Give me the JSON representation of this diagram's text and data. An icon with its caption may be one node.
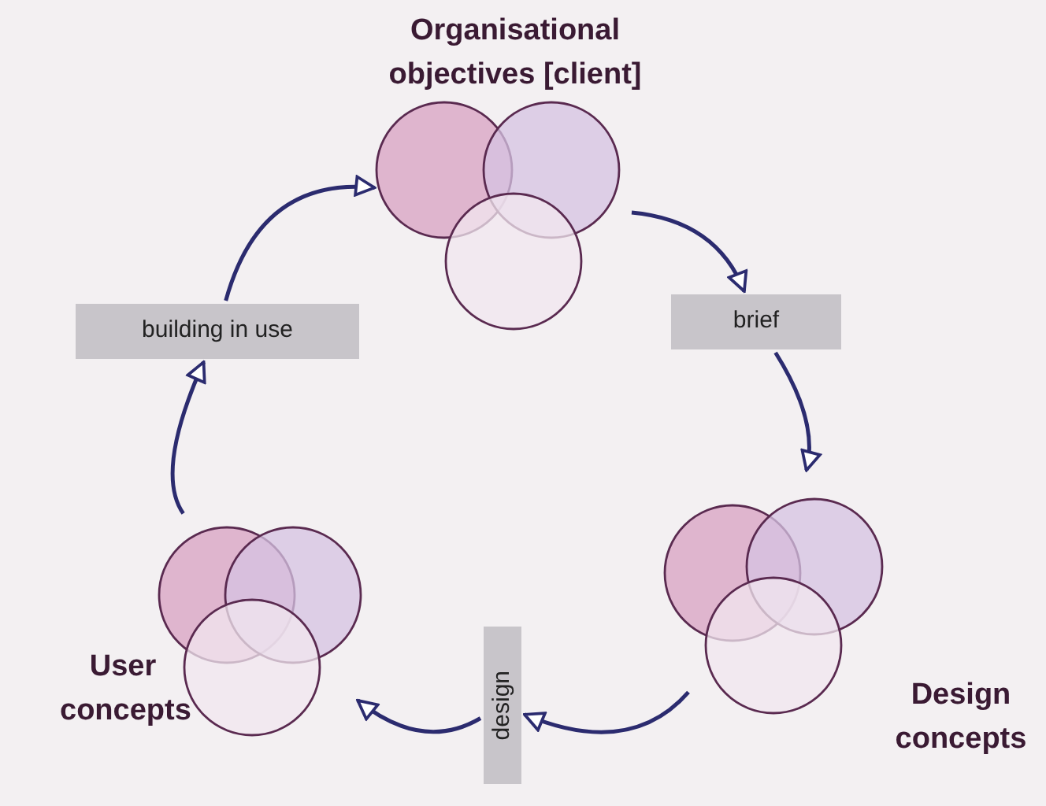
{
  "diagram": {
    "nodes": [
      {
        "text": [
          "Organisational objectives [client]"
        ]
      },
      {
        "text": [
          "brief"
        ]
      },
      {
        "text": [
          "Design concepts"
        ]
      },
      {
        "text": [
          "design"
        ]
      },
      {
        "text": [
          "User concepts"
        ]
      },
      {
        "text": [
          "building in use"
        ]
      }
    ],
    "edges": [
      {
        "from": 0,
        "to": 1,
        "arrow": "to"
      },
      {
        "from": 1,
        "to": 2,
        "arrow": "to"
      },
      {
        "from": 2,
        "to": 3,
        "arrow": "to"
      },
      {
        "from": 3,
        "to": 4,
        "arrow": "to"
      },
      {
        "from": 4,
        "to": 5,
        "arrow": "to"
      },
      {
        "from": 5,
        "to": 0,
        "arrow": "to"
      }
    ]
  }
}
